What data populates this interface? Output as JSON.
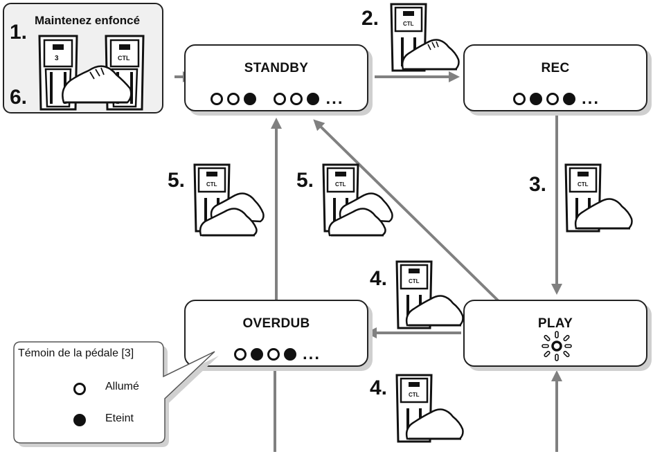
{
  "instruction_box": {
    "title": "Maintenez enfoncé",
    "step_top": "1.",
    "step_bottom": "6.",
    "pedal_left_label": "3",
    "pedal_right_label": "CTL"
  },
  "states": {
    "standby": "STANDBY",
    "rec": "REC",
    "play": "PLAY",
    "overdub": "OVERDUB"
  },
  "indicators": {
    "ellipsis": "..."
  },
  "steps": {
    "s2": "2.",
    "s3": "3.",
    "s4a": "4.",
    "s4b": "4.",
    "s5a": "5.",
    "s5b": "5."
  },
  "pedal_label": "CTL",
  "legend": {
    "title": "Témoin de la pédale [3]",
    "on_label": "Allumé",
    "off_label": "Eteint"
  },
  "colors": {
    "arrow": "#808080",
    "outline": "#222222",
    "shadow": "#cfcfcf",
    "panel_bg": "#f0f0f0"
  }
}
